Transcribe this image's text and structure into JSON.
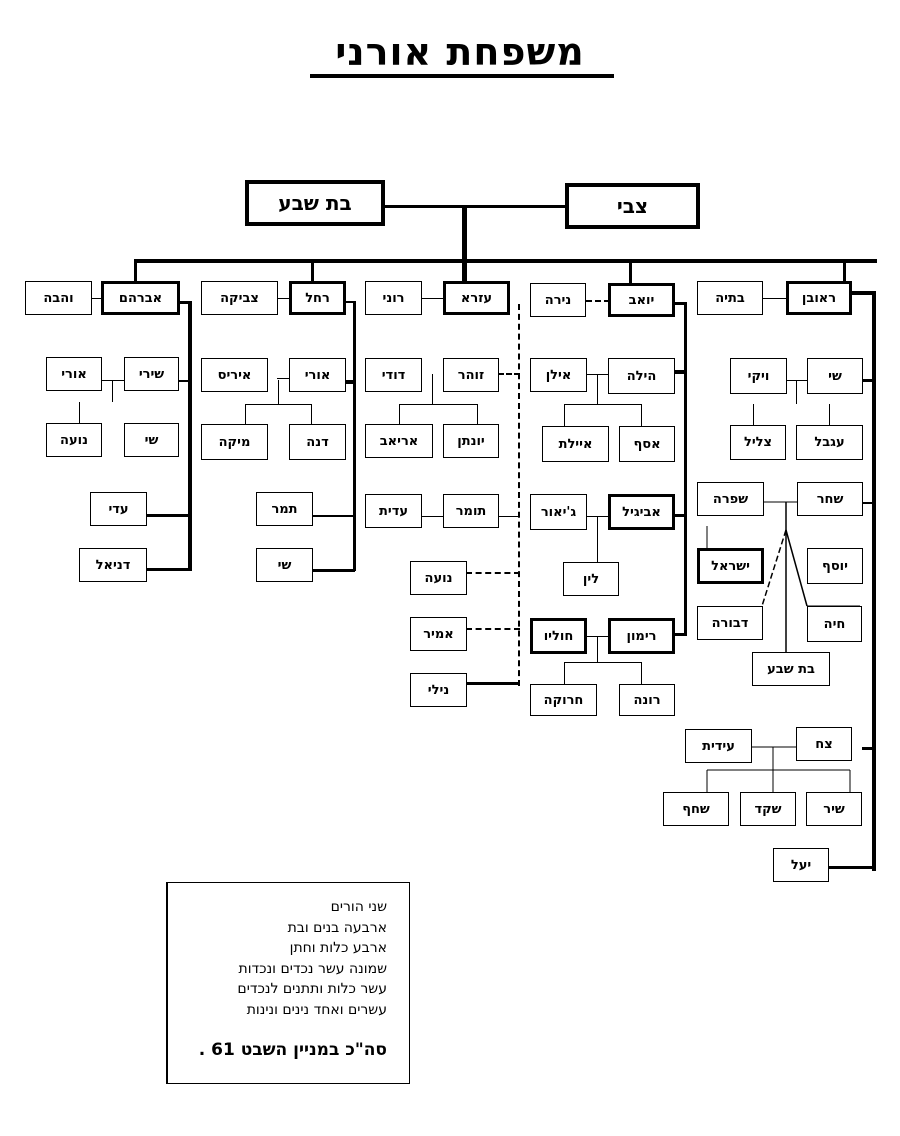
{
  "title": "משפחת אורני",
  "parents": {
    "father": "צבי",
    "mother": "בת שבע"
  },
  "children": [
    {
      "name": "ראובן",
      "spouse": "בתיה"
    },
    {
      "name": "יואב",
      "spouse": "נירה"
    },
    {
      "name": "עזרא",
      "spouse": "רוני"
    },
    {
      "name": "רחל",
      "spouse": "צביקה"
    },
    {
      "name": "אברהם",
      "spouse": "והבה"
    }
  ],
  "grandchildren": {
    "abraham": [
      {
        "name": "שירי",
        "spouse": "אורי",
        "kids": [
          "שי",
          "נועה"
        ]
      },
      {
        "name": "עדי"
      },
      {
        "name": "דניאל"
      }
    ],
    "rachel": [
      {
        "name": "אורי",
        "spouse": "איריס",
        "kids": [
          "דנה",
          "מיקה"
        ]
      },
      {
        "name": "תמר"
      },
      {
        "name": "שי"
      }
    ],
    "ezra": [
      {
        "name": "זוהר",
        "spouse": "דודי",
        "kids": [
          "יונתן",
          "אריאב"
        ]
      },
      {
        "name": "תומר",
        "spouse": "עדית"
      },
      {
        "name": "נועה"
      },
      {
        "name": "אמיר"
      },
      {
        "name": "נילי"
      }
    ],
    "yoav": [
      {
        "name": "הילה",
        "spouse": "אילן",
        "kids": [
          "אסף",
          "איילת"
        ]
      },
      {
        "name": "אביגיל",
        "spouse": "ג'יאור",
        "kids": [
          "לין"
        ]
      },
      {
        "name": "רימון",
        "spouse": "חוליו",
        "kids": [
          "רונה",
          "חרוקה"
        ]
      }
    ],
    "reuven": [
      {
        "name": "שי",
        "spouse": "ויקי",
        "kids": [
          "עגבל",
          "צליל"
        ]
      },
      {
        "name": "שחר",
        "spouse": "שפרה",
        "kids": [
          "יוסף",
          "ישראל",
          "חיה",
          "דבורה",
          "בת שבע"
        ]
      },
      {
        "name": "צח",
        "spouse": "עידית",
        "kids": [
          "שיר",
          "שקד",
          "שחף"
        ]
      },
      {
        "name": "יעל"
      }
    ]
  },
  "summary": {
    "lines": [
      "שני הורים",
      "ארבעה בנים ובת",
      "ארבע כלות וחתן",
      "שמונה עשר נכדים ונכדות",
      "עשר כלות ותתנים לנכדים",
      "עשרים ואחד נינים ונינות"
    ],
    "total": "סה\"כ במניין השבט 61 ."
  }
}
